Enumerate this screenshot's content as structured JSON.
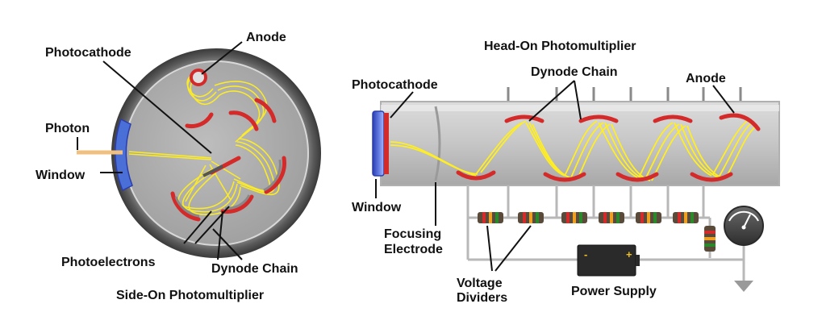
{
  "side_on": {
    "title": "Side-On Photomultiplier",
    "labels": {
      "anode": "Anode",
      "photocathode": "Photocathode",
      "photon": "Photon",
      "window": "Window",
      "photoelectrons": "Photoelectrons",
      "dynode_chain": "Dynode Chain"
    }
  },
  "head_on": {
    "title": "Head-On Photomultiplier",
    "labels": {
      "photocathode": "Photocathode",
      "dynode_chain": "Dynode Chain",
      "anode": "Anode",
      "window": "Window",
      "focusing_line1": "Focusing",
      "focusing_line2": "Electrode",
      "voltage_line1": "Voltage",
      "voltage_line2": "Dividers",
      "power_supply": "Power Supply",
      "battery_minus": "-",
      "battery_plus": "+"
    }
  },
  "colors": {
    "electron_paths": "#ffee22",
    "dynode": "#d42a2a",
    "window": "#4a6fd6",
    "photon": "#f0c080",
    "tube_body": "#c9c9c9",
    "meter": "#4a4a4a",
    "arrow": "#9a9a9a"
  },
  "icons": {
    "meter": "meter-gauge-icon",
    "ground_arrow": "ground-arrow-icon",
    "battery": "battery-icon"
  }
}
